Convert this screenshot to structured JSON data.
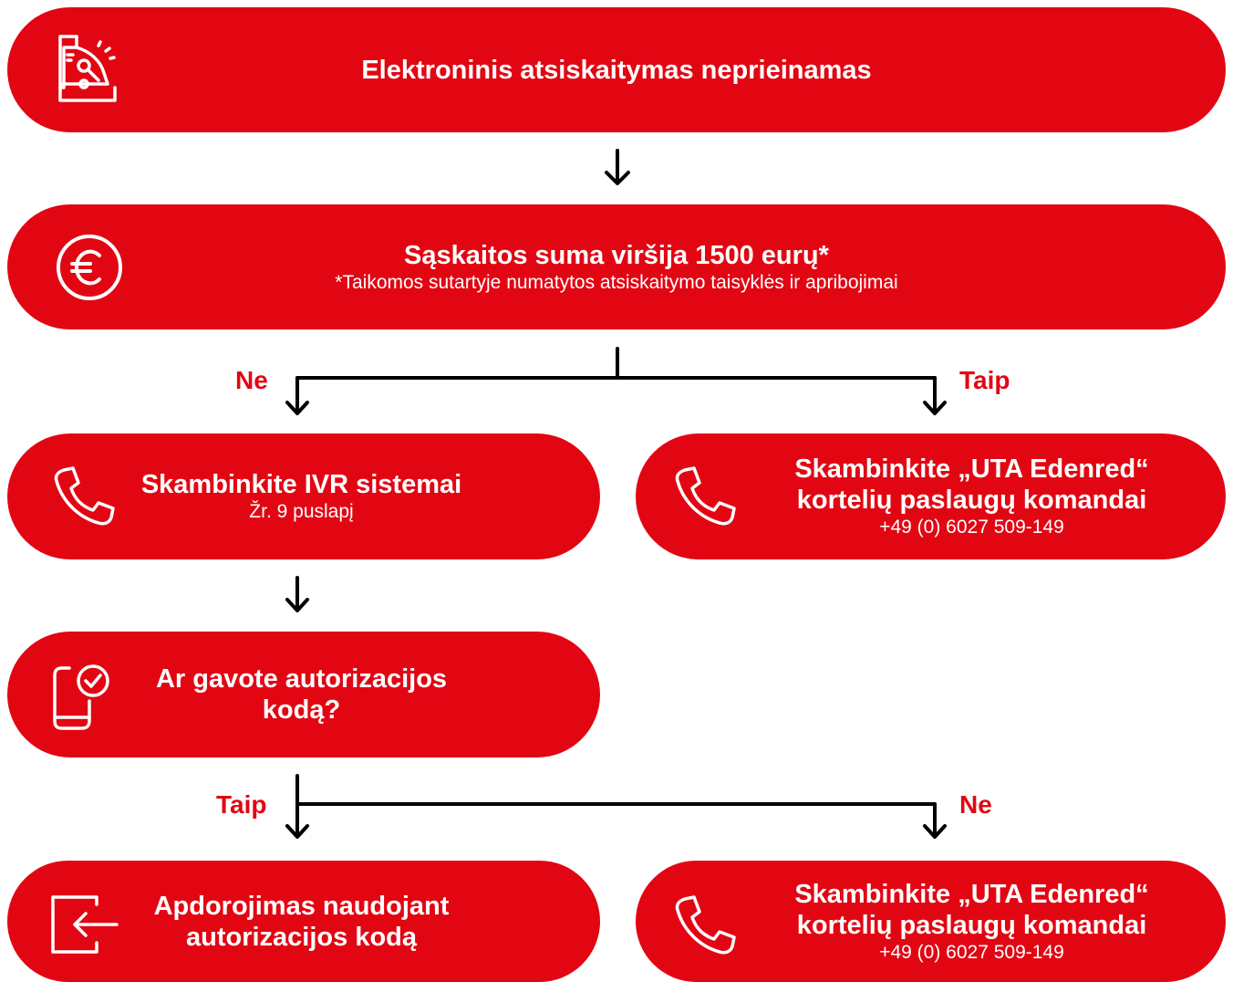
{
  "nodes": {
    "n1": {
      "title": "Elektroninis atsiskaitymas neprieinamas",
      "icon": "cash-register-icon"
    },
    "n2": {
      "title": "Sąskaitos suma viršija 1500 eurų*",
      "subtitle": "*Taikomos sutartyje numatytos atsiskaitymo taisyklės ir apribojimai",
      "icon": "euro-icon"
    },
    "n3": {
      "title": "Skambinkite IVR sistemai",
      "subtitle": "Žr. 9 puslapį",
      "icon": "phone-icon"
    },
    "n4": {
      "title_line1": "Skambinkite „UTA Edenred“",
      "title_line2": "kortelių paslaugų komandai",
      "subtitle": "+49 (0) 6027 509-149",
      "icon": "phone-icon"
    },
    "n5": {
      "title_line1": "Ar gavote autorizacijos",
      "title_line2": "kodą?",
      "icon": "mobile-check-icon"
    },
    "n6": {
      "title_line1": "Apdorojimas naudojant",
      "title_line2": "autorizacijos kodą",
      "icon": "login-arrow-icon"
    },
    "n7": {
      "title_line1": "Skambinkite „UTA Edenred“",
      "title_line2": "kortelių paslaugų komandai",
      "subtitle": "+49 (0) 6027 509-149",
      "icon": "phone-icon"
    }
  },
  "branches": {
    "b1_left": "Ne",
    "b1_right": "Taip",
    "b2_left": "Taip",
    "b2_right": "Ne"
  },
  "colors": {
    "brand": "#e20613",
    "text_on_brand": "#ffffff",
    "line": "#000000"
  }
}
